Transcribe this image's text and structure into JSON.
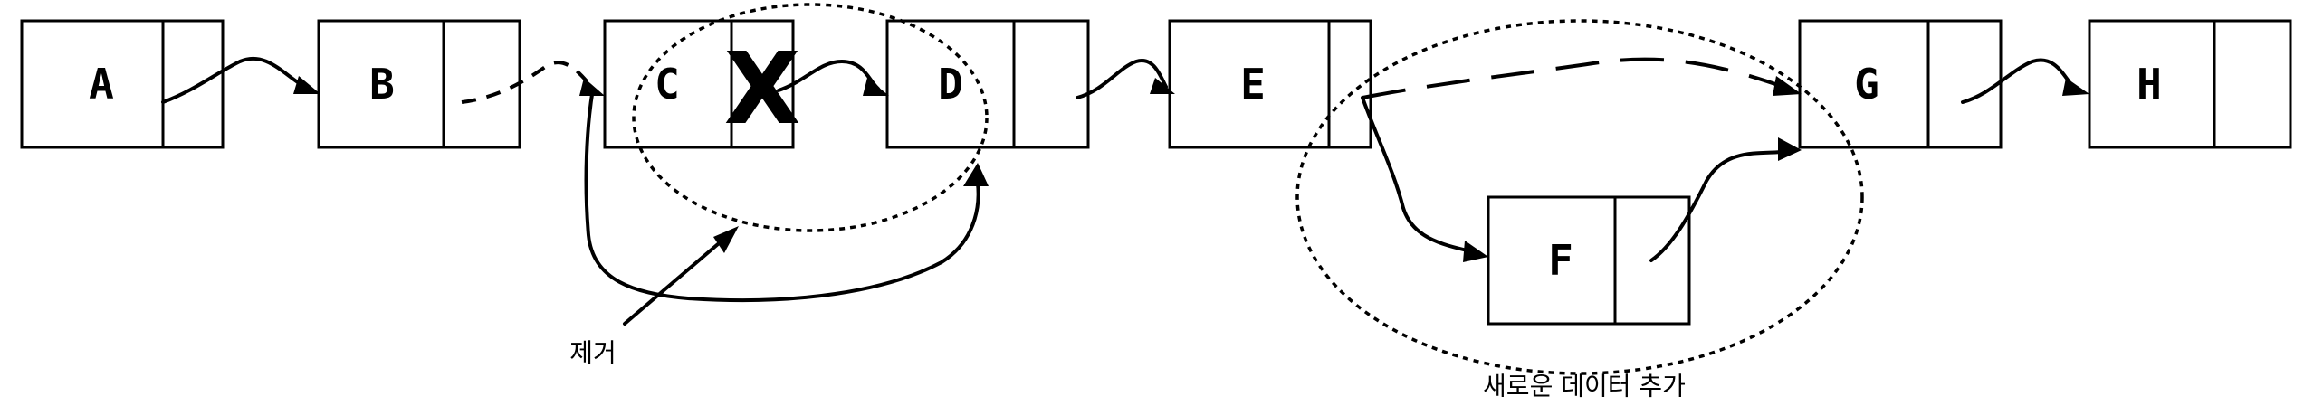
{
  "nodes": [
    {
      "id": "A",
      "label": "A"
    },
    {
      "id": "B",
      "label": "B"
    },
    {
      "id": "C",
      "label": "C"
    },
    {
      "id": "D",
      "label": "D"
    },
    {
      "id": "E",
      "label": "E"
    },
    {
      "id": "F",
      "label": "F"
    },
    {
      "id": "G",
      "label": "G"
    },
    {
      "id": "H",
      "label": "H"
    }
  ],
  "removed_marker": "X",
  "captions": {
    "remove": "제거",
    "add": "새로운 데이터 추가"
  }
}
